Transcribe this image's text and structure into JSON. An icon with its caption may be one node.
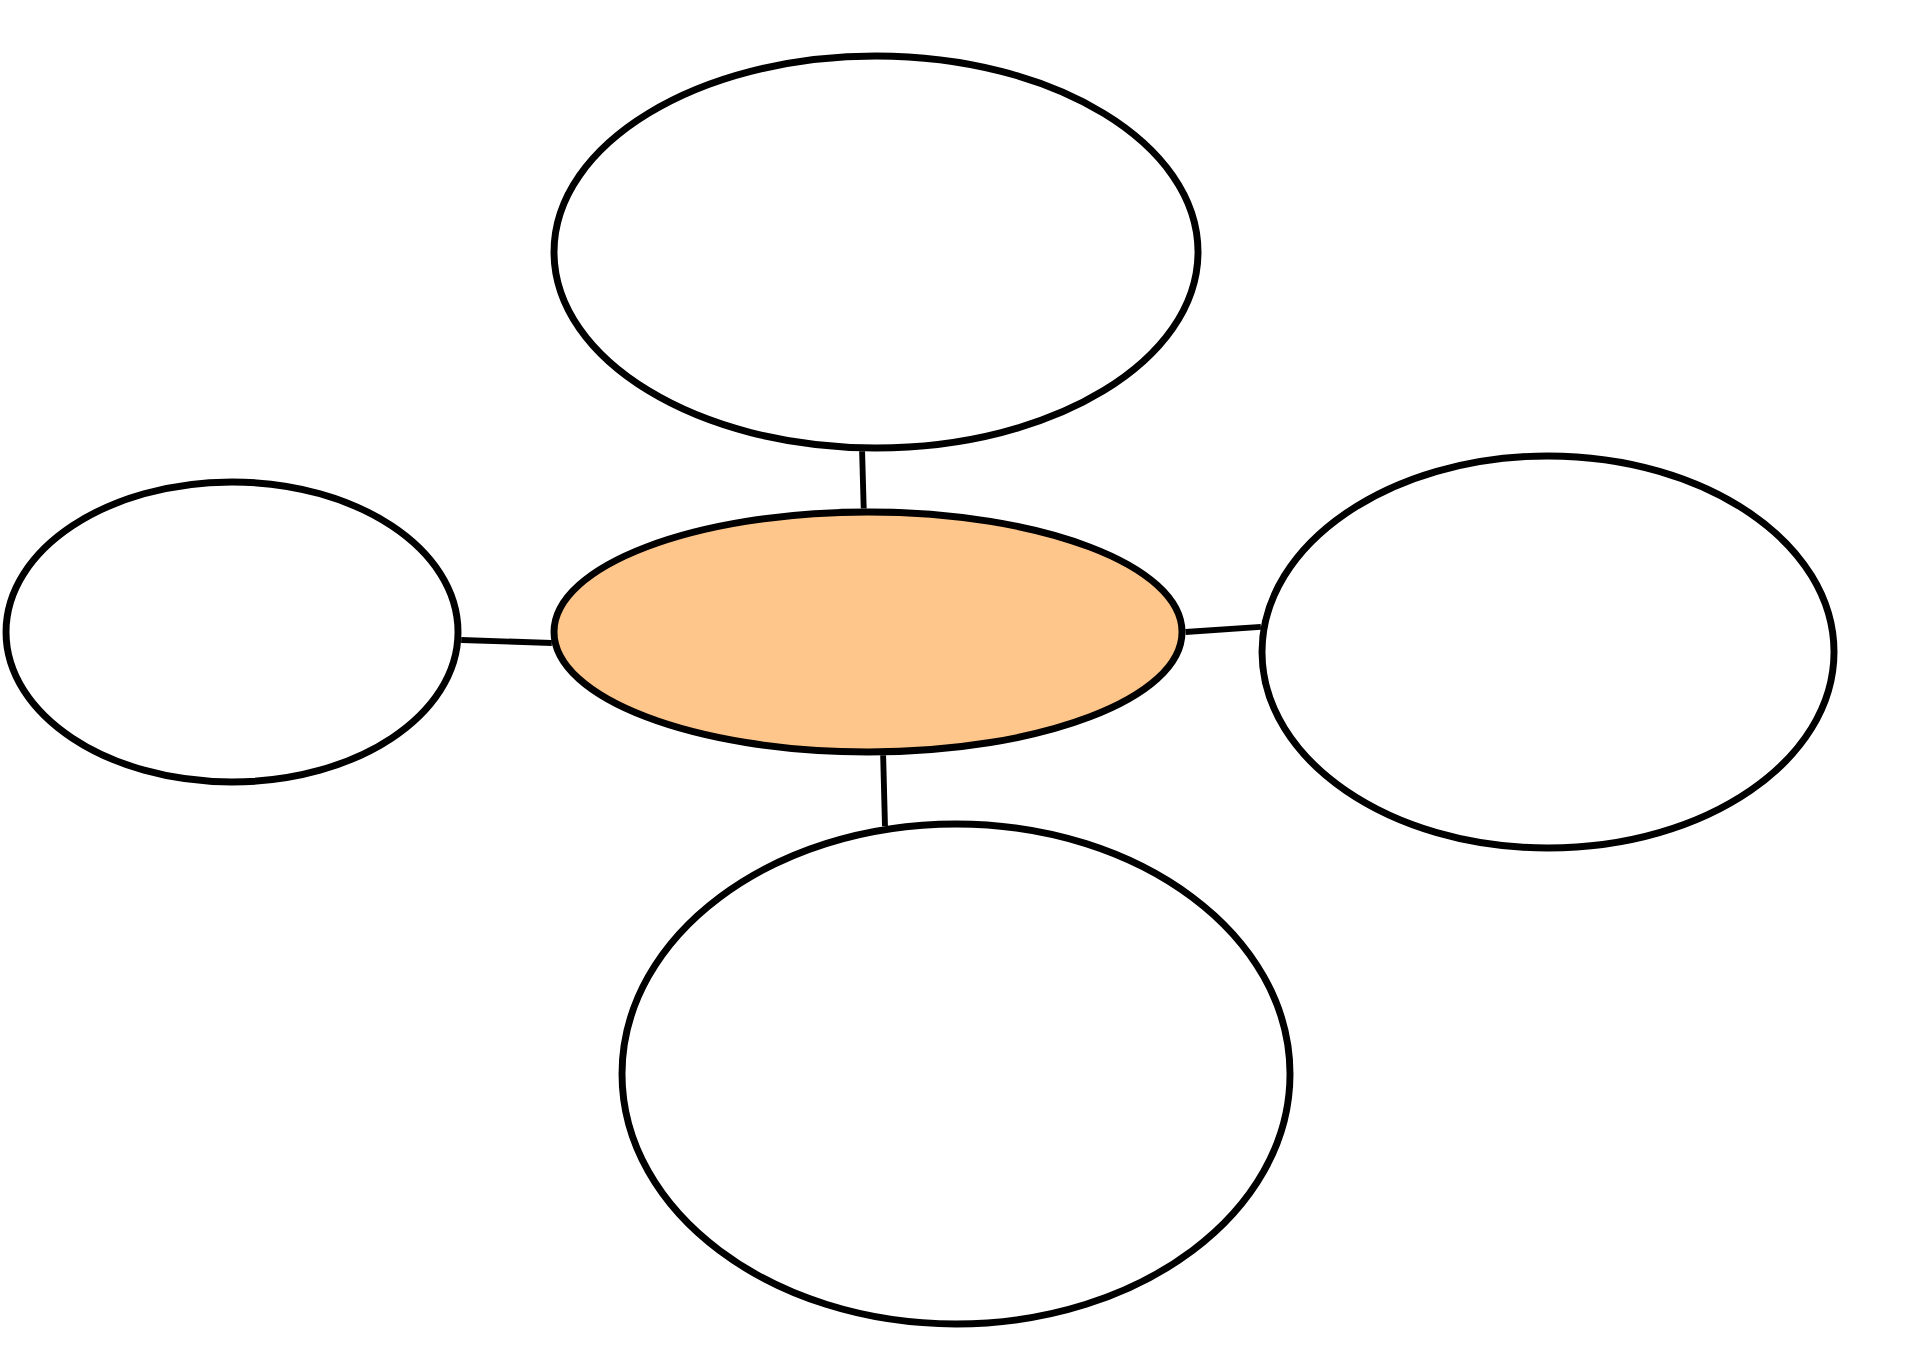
{
  "diagram": {
    "nodes": [
      {
        "text": [],
        "shape": "ellipse"
      },
      {
        "text": [],
        "shape": "ellipse"
      },
      {
        "text": [],
        "shape": "ellipse"
      },
      {
        "text": [],
        "shape": "ellipse"
      },
      {
        "text": [],
        "shape": "ellipse"
      }
    ],
    "edges": [
      {
        "from": 2,
        "to": 0,
        "arrow": "none"
      },
      {
        "from": 2,
        "to": 1,
        "arrow": "none"
      },
      {
        "from": 2,
        "to": 3,
        "arrow": "none"
      },
      {
        "from": 2,
        "to": 4,
        "arrow": "none"
      }
    ]
  }
}
